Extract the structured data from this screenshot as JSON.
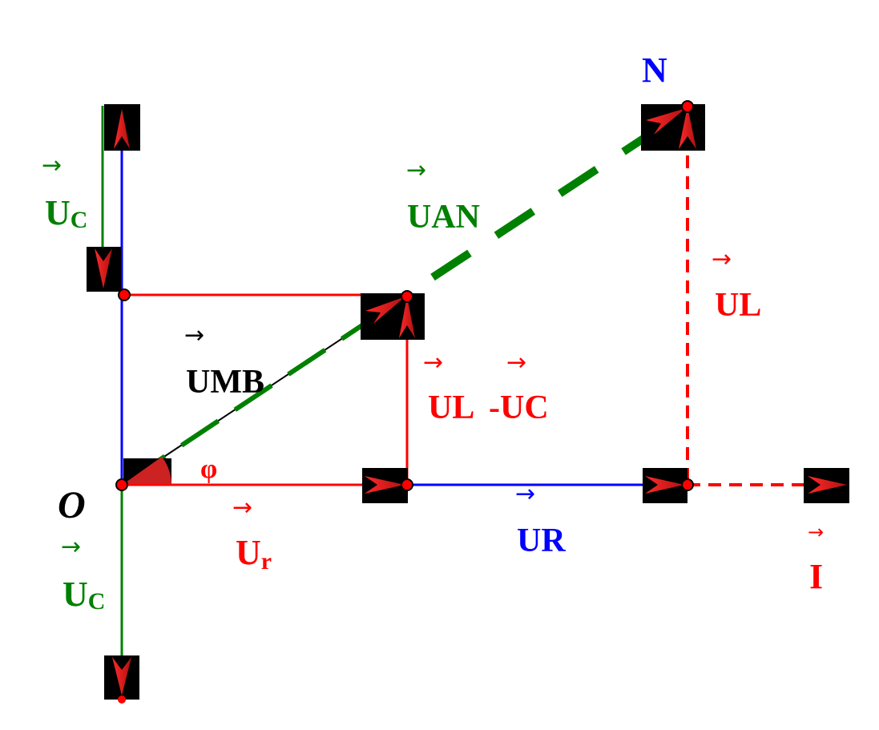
{
  "diagram": {
    "point_labels": {
      "origin": "O",
      "top_right": "N",
      "angle": "φ"
    },
    "vector_labels": {
      "uc_top": {
        "main": "U",
        "sub": "C"
      },
      "uc_bottom": {
        "main": "U",
        "sub": "C"
      },
      "uan": "UAN",
      "umb": "UMB",
      "ul_right": "UL",
      "ul_minus_uc": {
        "left": "UL",
        "right": "-UC"
      },
      "ur_small": {
        "main": "U",
        "sub": "r"
      },
      "ur_big": "UR",
      "current": "I"
    },
    "arrow_glyph": "→",
    "colors": {
      "red": "#ff0000",
      "green": "#008000",
      "blue": "#0000ff",
      "black": "#000000",
      "dark_green": "#007700",
      "arrow_box": "#000000",
      "arrow_fill": "#cc2222"
    }
  }
}
